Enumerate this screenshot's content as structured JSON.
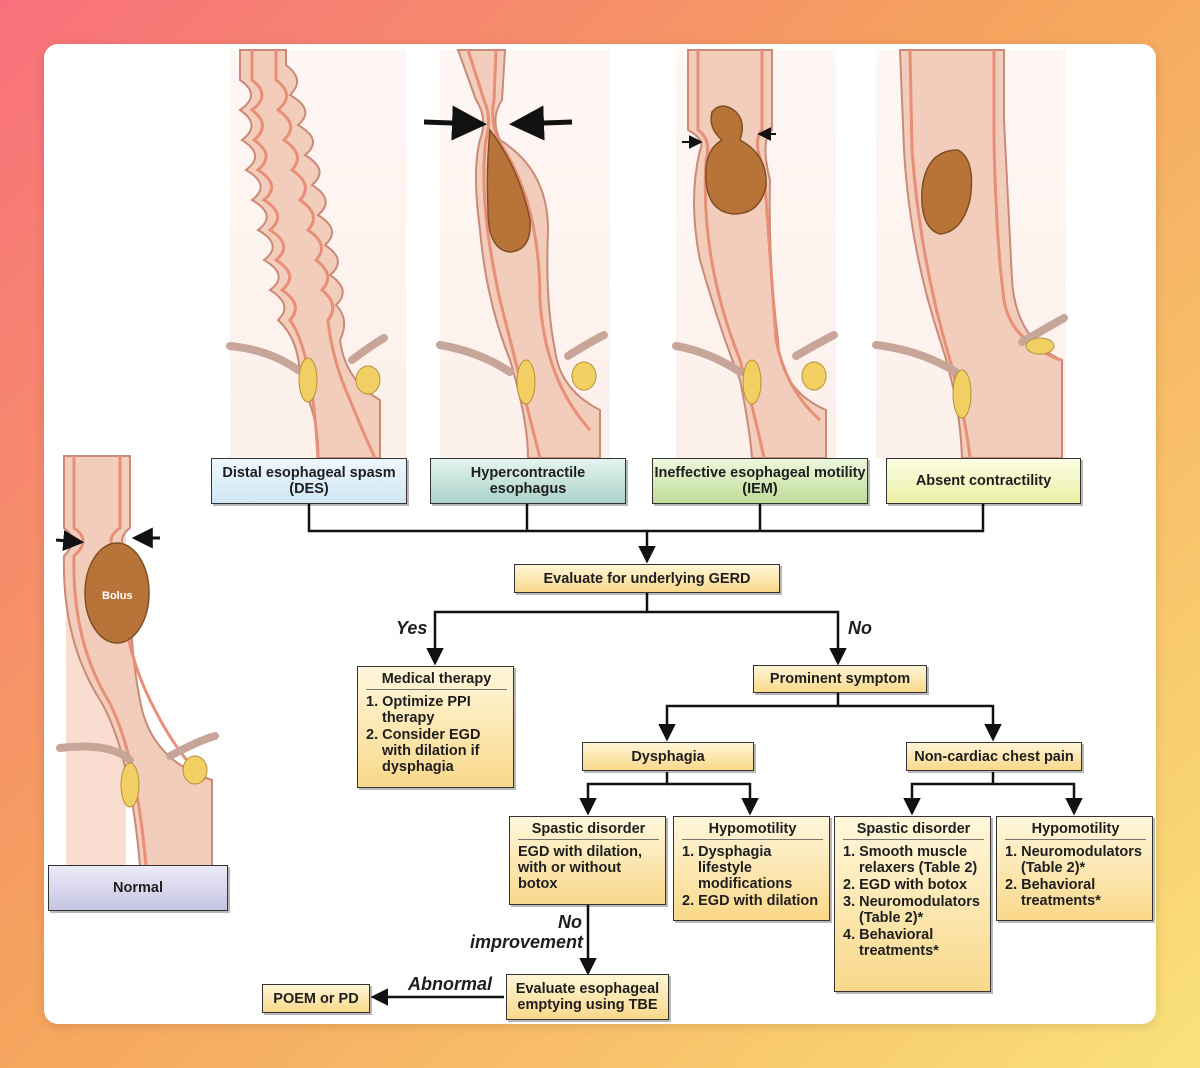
{
  "illustrations": {
    "bolus_label": "Bolus"
  },
  "categories": {
    "normal": "Normal",
    "des": "Distal esophageal spasm (DES)",
    "hypercontractile": "Hypercontractile esophagus",
    "iem": "Ineffective esophageal motility (IEM)",
    "absent": "Absent contractility"
  },
  "flow": {
    "evaluate_gerd": "Evaluate for underlying GERD",
    "yes": "Yes",
    "no": "No",
    "medical_therapy": {
      "title": "Medical therapy",
      "items": [
        "1. Optimize PPI therapy",
        "2. Consider EGD with dilation if dysphagia"
      ]
    },
    "prominent_symptom": "Prominent symptom",
    "dysphagia": "Dysphagia",
    "chest_pain": "Non-cardiac chest pain",
    "dys_spastic": {
      "title": "Spastic disorder",
      "text": "EGD with dilation, with or without botox"
    },
    "dys_hypo": {
      "title": "Hypomotility",
      "items": [
        "1. Dysphagia lifestyle modifications",
        "2. EGD with dilation"
      ]
    },
    "cp_spastic": {
      "title": "Spastic disorder",
      "items": [
        "1. Smooth muscle relaxers (Table 2)",
        "2. EGD with botox",
        "3. Neuromodulators (Table 2)*",
        "4. Behavioral treatments*"
      ]
    },
    "cp_hypo": {
      "title": "Hypomotility",
      "items": [
        "1. Neuromodulators (Table 2)*",
        "2. Behavioral treatments*"
      ]
    },
    "no_improvement_1": "No",
    "no_improvement_2": "improvement",
    "evaluate_tbe": "Evaluate esophageal emptying using TBE",
    "abnormal": "Abnormal",
    "poem": "POEM or PD"
  },
  "colors": {
    "wall": "#f2cbb8",
    "lumen": "#fbeee6",
    "muscle": "#e8917a",
    "bolus": "#b87438",
    "sphincter": "#f2cf63"
  }
}
